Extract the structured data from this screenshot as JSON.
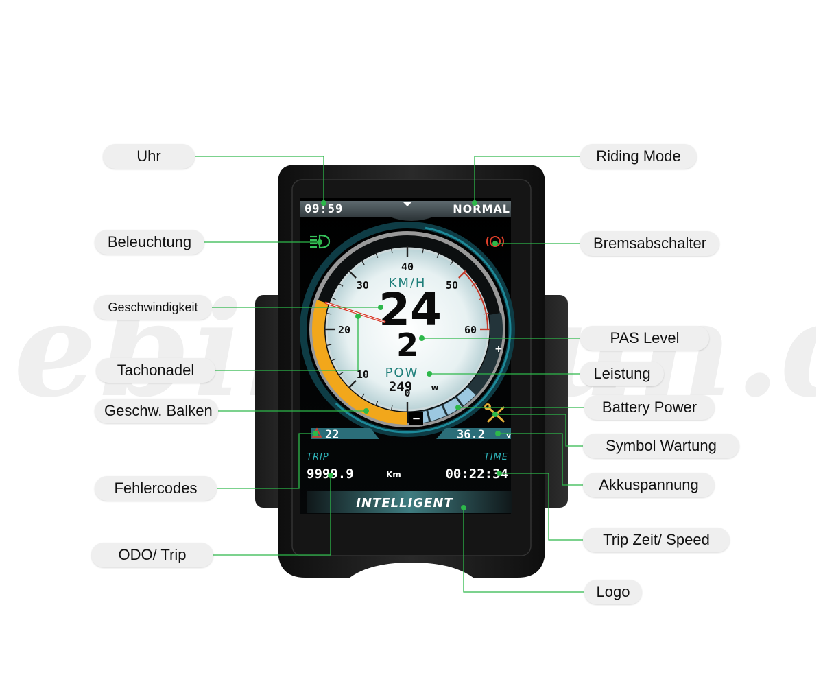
{
  "watermark": "ebike-fun.de",
  "display": {
    "clock": "09:59",
    "riding_mode": "NORMAL",
    "speed_unit": "KM/H",
    "speed": "24",
    "pas_level": "2",
    "power_label": "POW",
    "power_value": "249",
    "power_unit": "w",
    "speed_scale": [
      "0",
      "10",
      "20",
      "30",
      "40",
      "50",
      "60"
    ],
    "error_code": "22",
    "battery_voltage": "36.2",
    "voltage_unit": "v",
    "trip_label": "TRIP",
    "time_label": "TIME",
    "odometer": "9999.9",
    "odometer_unit": "Km",
    "trip_time": "00:22:34",
    "logo": "INTELLIGENT",
    "battery_plus": "+",
    "battery_minus": "−",
    "battery_level": 0.45,
    "speed_value": 24
  },
  "callouts": {
    "uhr": "Uhr",
    "riding_mode": "Riding Mode",
    "beleuchtung": "Beleuchtung",
    "bremsabschalter": "Bremsabschalter",
    "geschwindigkeit": "Geschwindigkeit",
    "pas_level": "PAS Level",
    "tachonadel": "Tachonadel",
    "leistung": "Leistung",
    "geschw_balken": "Geschw. Balken",
    "battery_power": "Battery Power",
    "symbol_wartung": "Symbol Wartung",
    "fehlercodes": "Fehlercodes",
    "akkuspannung": "Akkuspannung",
    "odo_trip": "ODO/ Trip",
    "trip_zeit": "Trip Zeit/ Speed",
    "logo": "Logo"
  },
  "colors": {
    "leader": "#2db84a",
    "dot": "#2db84a",
    "accent_teal": "#1f7f7a",
    "speed_bar": "#f2a71b",
    "needle": "#d83a2a",
    "battery_bar": "#9cc8e0",
    "light_icon": "#36c25a",
    "brake_icon": "#e0402a",
    "wrench_icon": "#e6b23a"
  }
}
